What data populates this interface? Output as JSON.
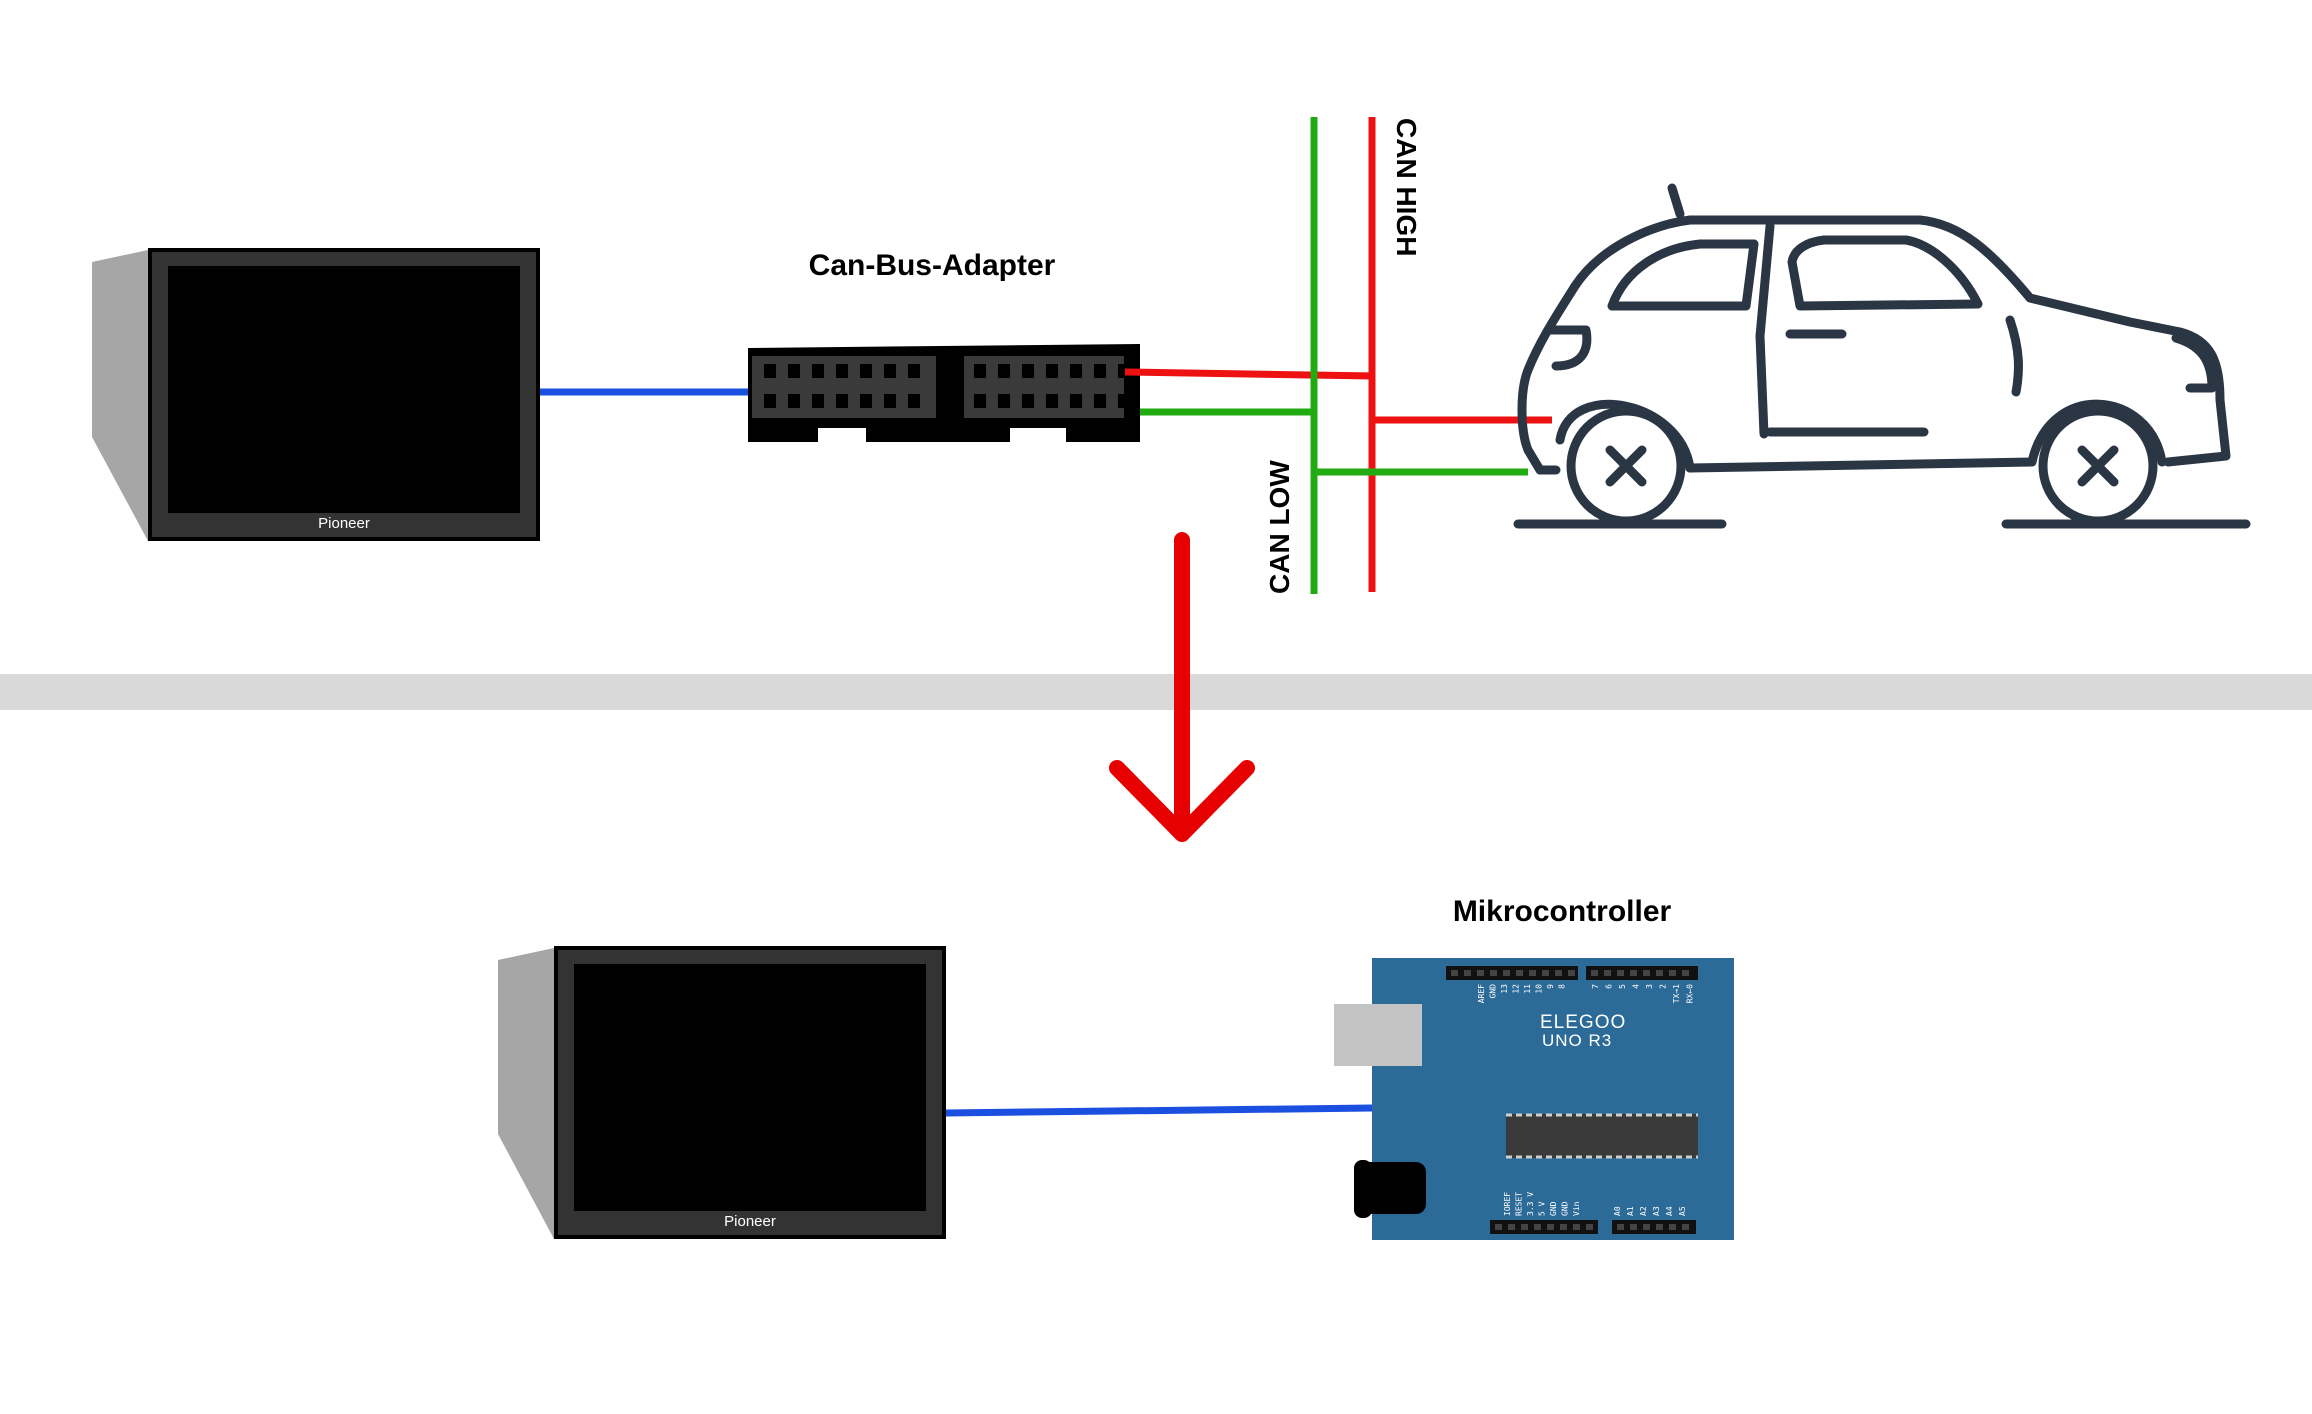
{
  "labels": {
    "can_bus_adapter": "Can-Bus-Adapter",
    "can_high": "CAN HIGH",
    "can_low": "CAN LOW",
    "mikrocontroller": "Mikrocontroller"
  },
  "head_unit": {
    "brand": "Pioneer"
  },
  "board": {
    "brand": "ELEGOO",
    "model": "UNO R3",
    "top_pins_left": [
      "AREF",
      "GND",
      "13",
      "12",
      "11",
      "10",
      "9",
      "8"
    ],
    "top_pins_right": [
      "7",
      "6",
      "5",
      "4",
      "3",
      "2",
      "TX→1",
      "RX←0"
    ],
    "bottom_pins_power": [
      "IOREF",
      "RESET",
      "3.3 V",
      "5 V",
      "GND",
      "GND",
      "Vin"
    ],
    "bottom_pins_analog": [
      "A0",
      "A1",
      "A2",
      "A3",
      "A4",
      "A5"
    ]
  },
  "colors": {
    "video_cable": "#1a4fe0",
    "can_high_wire": "#ee1111",
    "can_low_wire": "#22aa11",
    "arrow": "#e60000",
    "separator": "#d9d9d9",
    "car_outline": "#2b3645",
    "board_blue": "#2c6a98"
  },
  "icons": {
    "car": "car-outline-icon",
    "arrow": "arrow-down-icon",
    "head_unit": "pioneer-head-unit-icon",
    "adapter": "can-bus-adapter-icon",
    "board": "arduino-uno-board-icon"
  }
}
